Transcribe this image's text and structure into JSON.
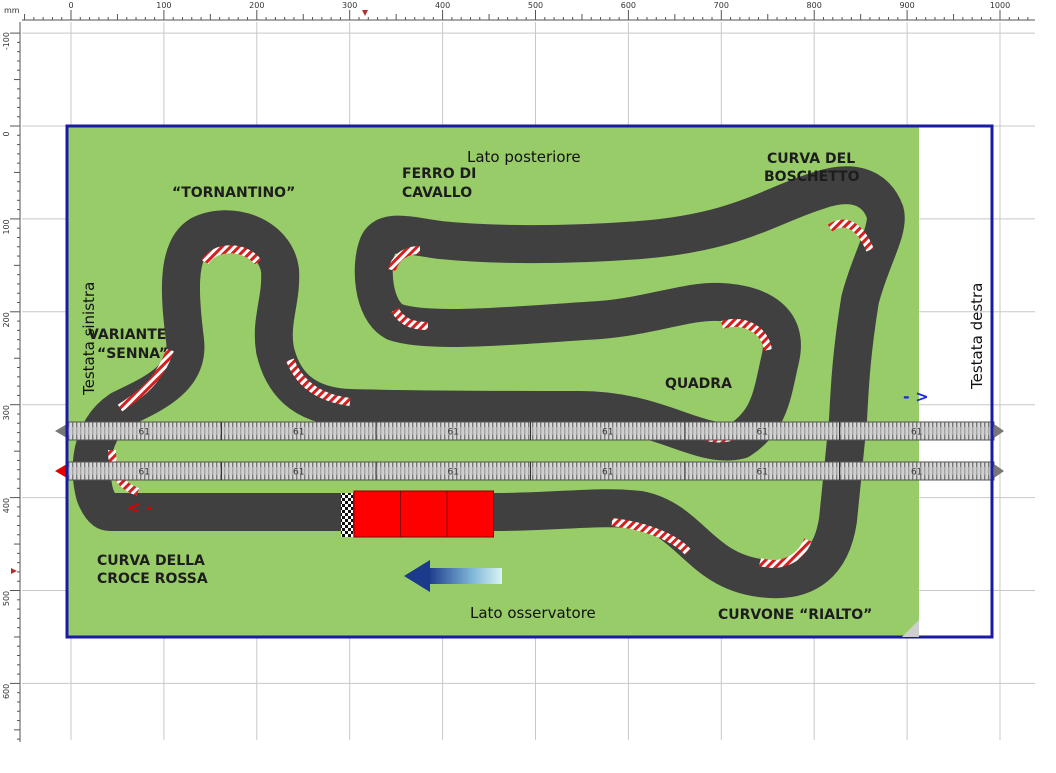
{
  "ruler": {
    "unit": "mm",
    "top_ticks": [
      "0",
      "100",
      "200",
      "300",
      "400",
      "500",
      "600",
      "700",
      "800",
      "900",
      "1000"
    ],
    "left_ticks": [
      "-100",
      "0",
      "100",
      "200",
      "300",
      "400",
      "500",
      "600"
    ]
  },
  "labels": {
    "tornantino": "“TORNANTINO”",
    "ferro_1": "FERRO DI",
    "ferro_2": "CAVALLO",
    "lato_posteriore": "Lato posteriore",
    "curva_boschetto_1": "CURVA DEL",
    "curva_boschetto_2": "BOSCHETTO",
    "variante_1": "VARIANTE",
    "variante_2": "“SENNA”",
    "testata_sinistra": "Testata sinistra",
    "testata_destra": "Testata destra",
    "quadra": "QUADRA",
    "croce_1": "CURVA DELLA",
    "croce_2": "CROCE ROSSA",
    "lato_osservatore": "Lato osservatore",
    "curvone": "CURVONE “RIALTO”",
    "arrow_right": "- >",
    "arrow_left": "< -"
  },
  "modules": {
    "label": "61",
    "count": 6
  },
  "colors": {
    "grass": "#98cc68",
    "asphalt": "#404040",
    "frame": "#1a1aa6",
    "start_block": "#ff0000",
    "arrow_right": "#1a2ae0",
    "arrow_left": "#e00000"
  }
}
